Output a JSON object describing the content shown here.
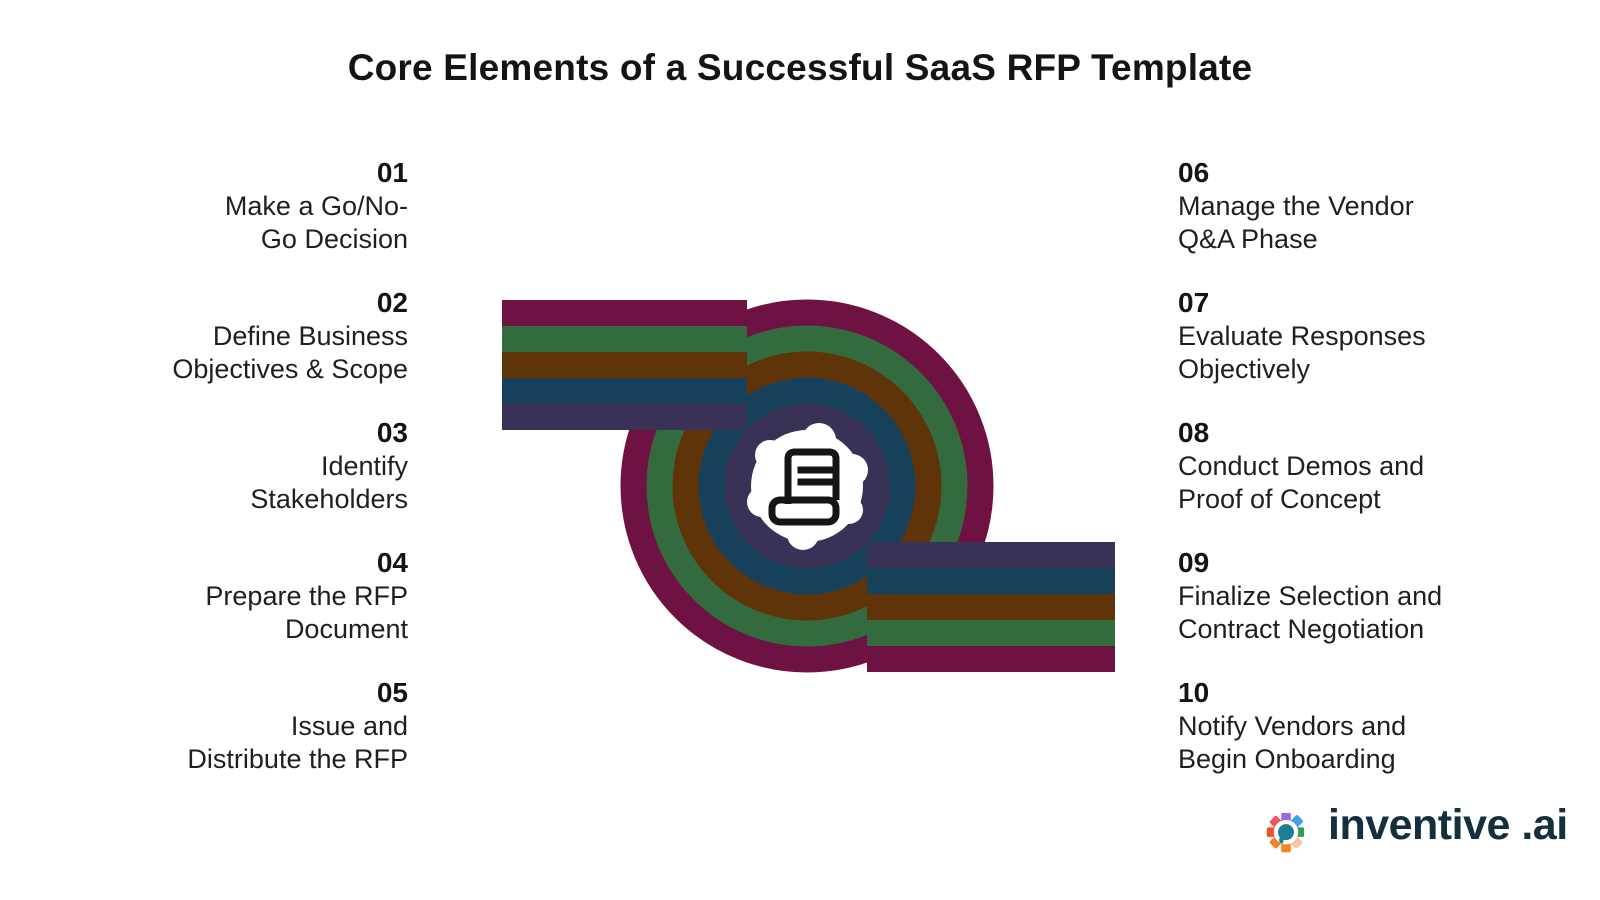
{
  "title": "Core Elements of a Successful SaaS RFP Template",
  "columns": {
    "left": [
      {
        "num": "01",
        "label": "Make a Go/No-\nGo Decision"
      },
      {
        "num": "02",
        "label": "Define Business\nObjectives & Scope"
      },
      {
        "num": "03",
        "label": "Identify\nStakeholders"
      },
      {
        "num": "04",
        "label": "Prepare the RFP\nDocument"
      },
      {
        "num": "05",
        "label": "Issue and\nDistribute the RFP"
      }
    ],
    "right": [
      {
        "num": "06",
        "label": "Manage the Vendor\nQ&A Phase"
      },
      {
        "num": "07",
        "label": "Evaluate Responses\nObjectively"
      },
      {
        "num": "08",
        "label": "Conduct Demos and\nProof of Concept"
      },
      {
        "num": "09",
        "label": "Finalize Selection and\nContract Negotiation"
      },
      {
        "num": "10",
        "label": "Notify Vendors and\nBegin Onboarding"
      }
    ]
  },
  "swirl": {
    "colors": [
      "#6E1243",
      "#336B3E",
      "#5F3408",
      "#17405A",
      "#3A3157"
    ],
    "icon": "receipt-document-icon",
    "icon_color": "#151515"
  },
  "logo": {
    "text": "inventive .ai",
    "text_color": "#14303f",
    "center_color": "#1b7f93",
    "petals": [
      {
        "color": "#9a6ade"
      },
      {
        "color": "#43a0e4"
      },
      {
        "color": "#2f9e52"
      },
      {
        "color": "#f6c49d"
      },
      {
        "color": "#f5871f"
      },
      {
        "color": "#ef8329"
      },
      {
        "color": "#e8512c"
      },
      {
        "color": "#f4525f"
      }
    ]
  }
}
